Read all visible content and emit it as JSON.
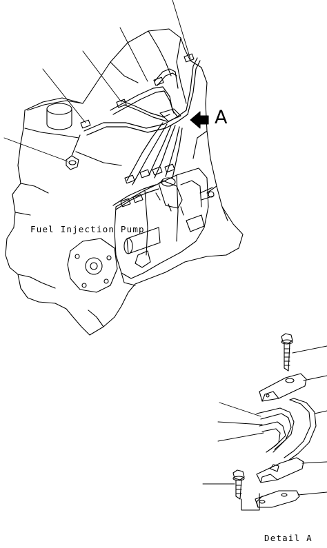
{
  "labels": {
    "fuel_injection_pump": "Fuel Injection Pump",
    "view_marker": "A",
    "detail_caption": "Detail A"
  }
}
